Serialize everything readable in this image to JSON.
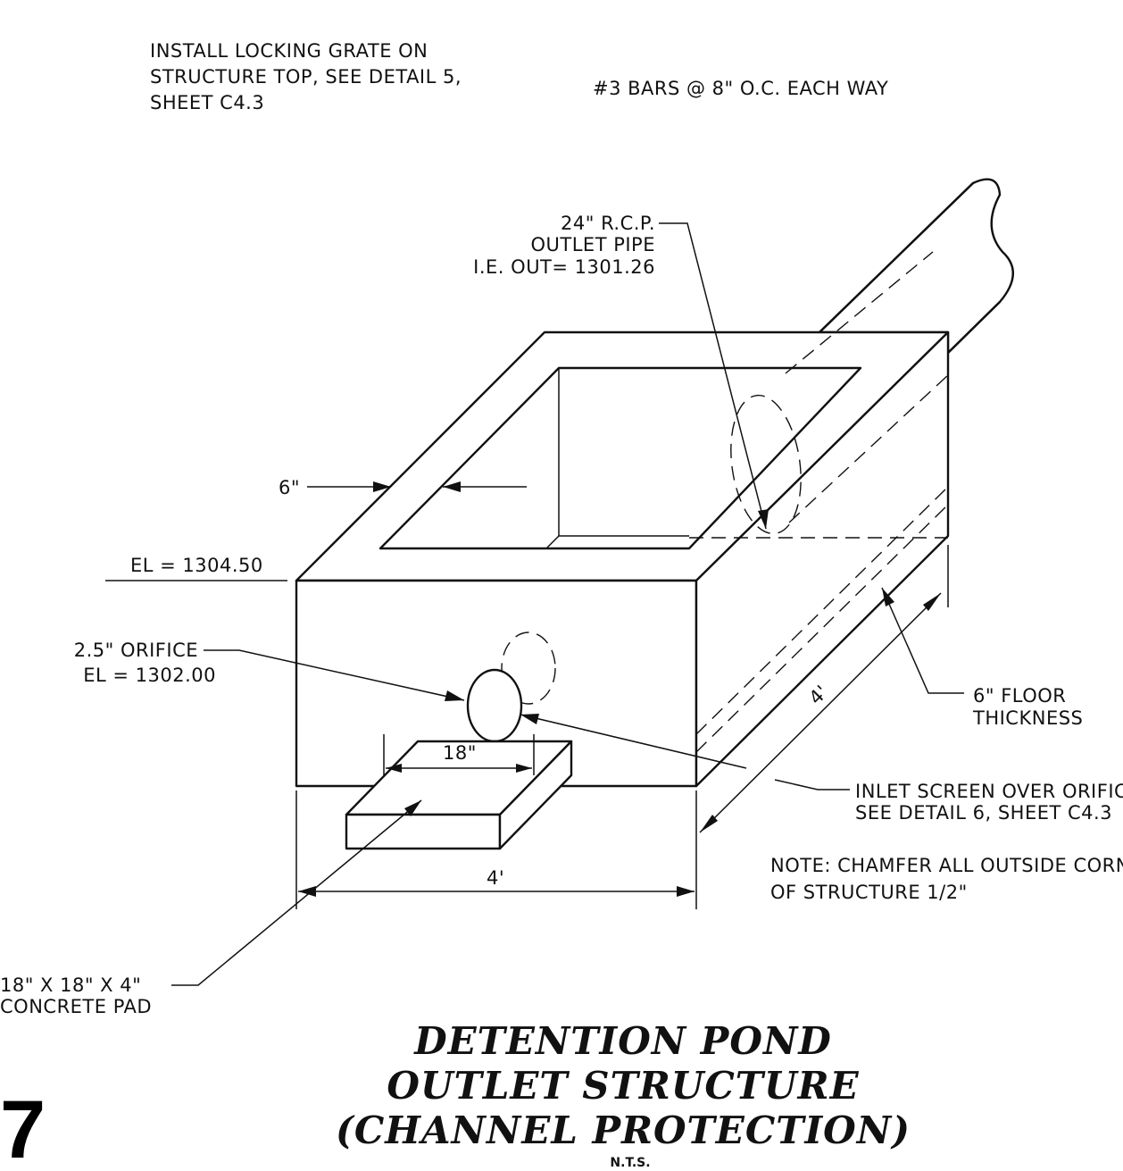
{
  "notes": {
    "grate_line1": "INSTALL LOCKING GRATE ON",
    "grate_line2": "STRUCTURE TOP, SEE DETAIL 5,",
    "grate_line3": "SHEET C4.3",
    "rebar": "#3 BARS @ 8\" O.C. EACH WAY",
    "pipe_line1": "24\" R.C.P.",
    "pipe_line2": "OUTLET PIPE",
    "pipe_line3": "I.E. OUT= 1301.26",
    "wall_thickness": "6\"",
    "top_elevation": "EL = 1304.50",
    "orifice_line1": "2.5\" ORIFICE",
    "orifice_line2": "EL = 1302.00",
    "floor_line1": "6\" FLOOR",
    "floor_line2": "THICKNESS",
    "screen_line1": "INLET SCREEN OVER ORIFICE",
    "screen_line2": "SEE DETAIL 6, SHEET C4.3",
    "chamfer_line1": "NOTE: CHAMFER ALL OUTSIDE CORNERS",
    "chamfer_line2": "OF STRUCTURE 1/2\"",
    "pad_line1": "18\" X 18\" X 4\"",
    "pad_line2": "CONCRETE PAD"
  },
  "dimensions": {
    "pad_width": "18\"",
    "front_width": "4'",
    "side_length": "4'"
  },
  "title": {
    "line1": "DETENTION POND",
    "line2": "OUTLET STRUCTURE",
    "line3": "(CHANNEL PROTECTION)",
    "scale": "N.T.S.",
    "detail_number": "7"
  }
}
